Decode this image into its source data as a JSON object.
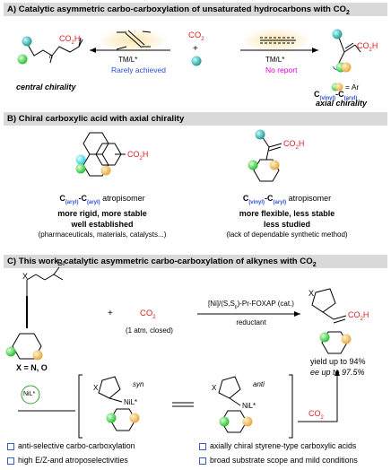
{
  "sectionA": {
    "title": "A) Catalytic asymmetric carbo-carboxylation of unsaturated hydrocarbons with CO",
    "title_sub": "2",
    "left_cat": "TM/L*",
    "left_note": "Rarely achieved",
    "co2": "CO",
    "co2_sub": "2",
    "plus": "+",
    "right_cat": "TM/L*",
    "right_note": "No report",
    "left_product_label": "central chirality",
    "left_product_group": "CO",
    "left_product_group_sub": "2",
    "left_product_group_tail": "H",
    "right_product_group": "CO",
    "right_product_group_sub": "2",
    "right_product_group_tail": "H",
    "ar_label": "= Ar",
    "n_label": "n",
    "right_product_label_C1": "C",
    "right_product_label_sub1": "(vinyl)",
    "right_product_label_dash": "-C",
    "right_product_label_sub2": "(aryl)",
    "right_product_label2": "axial chirality",
    "colors": {
      "blue": "#2c4fd6",
      "magenta": "#e000e0",
      "red": "#e02020",
      "teal": "#3aa6a0",
      "green": "#44d04a",
      "yellow": "#f0c050",
      "cyan": "#40e0f0"
    }
  },
  "sectionB": {
    "title": "B) Chiral carboxylic acid with axial chirality",
    "left_group": "CO",
    "left_group_sub": "2",
    "left_group_tail": "H",
    "left_label_C": "C",
    "left_label_sub1": "(aryl)",
    "left_label_mid": "-C",
    "left_label_sub2": "(aryl)",
    "left_label_tail": " atropisomer",
    "left_line2": "more rigid, more stable",
    "left_line3": "well established",
    "left_line4": "(pharmaceuticals, materials, catalysts...)",
    "right_group": "CO",
    "right_group_sub": "2",
    "right_group_tail": "H",
    "right_label_C": "C",
    "right_label_sub1": "(vinyl)",
    "right_label_mid": "-C",
    "right_label_sub2": "(aryl)",
    "right_label_tail": " atropisomer",
    "right_line2": "more flexible, less stable",
    "right_line3": "less studied",
    "right_line4": "(lack of dependable synthetic method)"
  },
  "sectionC": {
    "title": "C) This work: catalytic asymmetric carbo-carboxylation of alkynes with CO",
    "title_sub": "2",
    "br": "Br",
    "x": "X",
    "plus": "+",
    "co2": "CO",
    "co2_sub": "2",
    "co2_cond": "(1 atm, closed)",
    "cat_line1": "[Ni]/(S,S",
    "cat_line1_sub": "p",
    "cat_line1_tail": ")-Pr-FOXAP (cat.)",
    "cat_line2": "reductant",
    "x_def": "X = N, O",
    "nil_circle": "NiL*",
    "syn": "syn",
    "anti": "anti",
    "nil_syn": "NiL*",
    "nil_anti": "NiL*",
    "co2_red": "CO",
    "co2_red_sub": "2",
    "product_group": "CO",
    "product_group_sub": "2",
    "product_group_tail": "H",
    "yield": "yield up to 94%",
    "ee": "ee up to 97.5%",
    "bullets": [
      "anti-selective carbo-carboxylation",
      "axially chiral styrene-type carboxylic acids",
      "high E/Z-and atroposelectivities",
      "broad substrate scope and mild conditions"
    ]
  }
}
